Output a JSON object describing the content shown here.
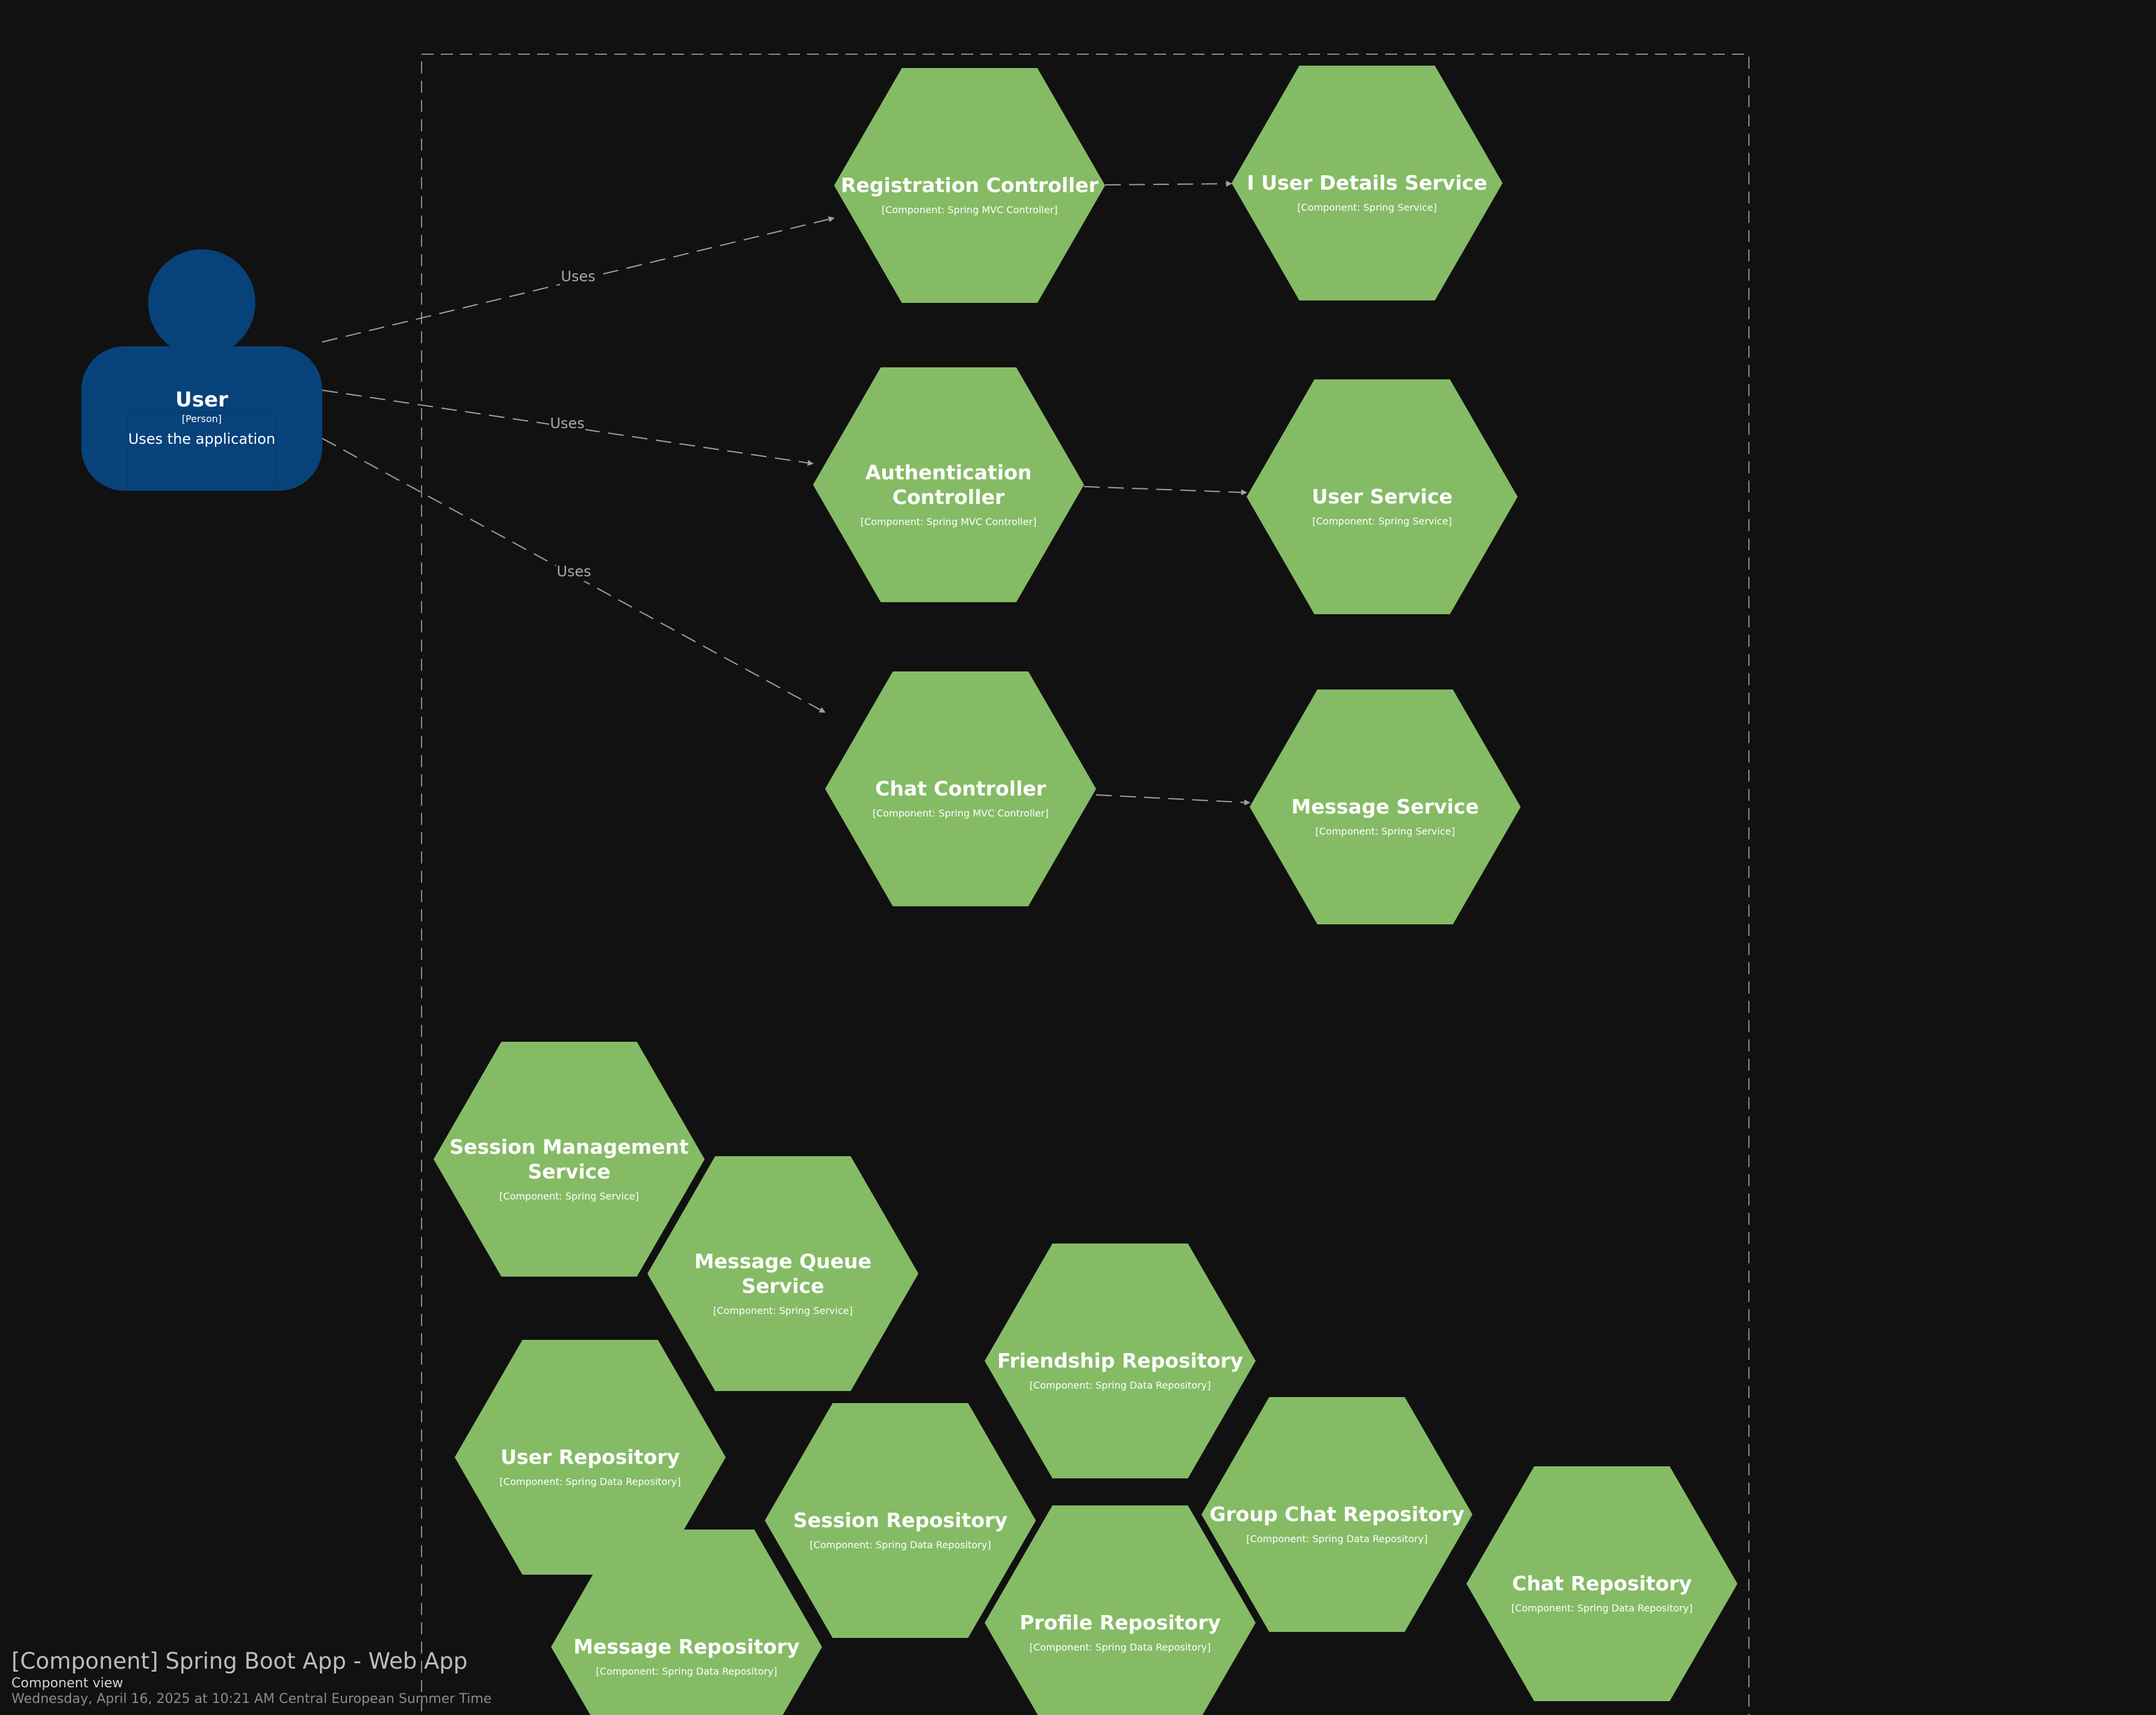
{
  "colors": {
    "background": "#111111",
    "component": "#85bb65",
    "person": "#08427b",
    "edge": "#a0a0a0",
    "boundary": "#8a8a8a"
  },
  "person": {
    "name": "User",
    "type": "[Person]",
    "description": "Uses the application"
  },
  "components": [
    {
      "id": "registration-controller",
      "title": [
        "Registration Controller"
      ],
      "tech": "[Component: Spring MVC Controller]"
    },
    {
      "id": "i-user-details-service",
      "title": [
        "I User Details Service"
      ],
      "tech": "[Component: Spring Service]"
    },
    {
      "id": "authentication-controller",
      "title": [
        "Authentication",
        "Controller"
      ],
      "tech": "[Component: Spring MVC Controller]"
    },
    {
      "id": "user-service",
      "title": [
        "User Service"
      ],
      "tech": "[Component: Spring Service]"
    },
    {
      "id": "chat-controller",
      "title": [
        "Chat Controller"
      ],
      "tech": "[Component: Spring MVC Controller]"
    },
    {
      "id": "message-service",
      "title": [
        "Message Service"
      ],
      "tech": "[Component: Spring Service]"
    },
    {
      "id": "session-management-service",
      "title": [
        "Session Management",
        "Service"
      ],
      "tech": "[Component: Spring Service]"
    },
    {
      "id": "message-queue-service",
      "title": [
        "Message Queue",
        "Service"
      ],
      "tech": "[Component: Spring Service]"
    },
    {
      "id": "friendship-repository",
      "title": [
        "Friendship Repository"
      ],
      "tech": "[Component: Spring Data Repository]"
    },
    {
      "id": "user-repository",
      "title": [
        "User Repository"
      ],
      "tech": "[Component: Spring Data Repository]"
    },
    {
      "id": "session-repository",
      "title": [
        "Session Repository"
      ],
      "tech": "[Component: Spring Data Repository]"
    },
    {
      "id": "group-chat-repository",
      "title": [
        "Group Chat Repository"
      ],
      "tech": "[Component: Spring Data Repository]"
    },
    {
      "id": "chat-repository",
      "title": [
        "Chat Repository"
      ],
      "tech": "[Component: Spring Data Repository]"
    },
    {
      "id": "profile-repository",
      "title": [
        "Profile Repository"
      ],
      "tech": "[Component: Spring Data Repository]"
    },
    {
      "id": "message-repository",
      "title": [
        "Message Repository"
      ],
      "tech": "[Component: Spring Data Repository]"
    }
  ],
  "relationships": [
    {
      "from": "user",
      "to": "registration-controller",
      "label": "Uses"
    },
    {
      "from": "user",
      "to": "authentication-controller",
      "label": "Uses"
    },
    {
      "from": "user",
      "to": "chat-controller",
      "label": "Uses"
    },
    {
      "from": "registration-controller",
      "to": "i-user-details-service",
      "label": ""
    },
    {
      "from": "authentication-controller",
      "to": "user-service",
      "label": ""
    },
    {
      "from": "chat-controller",
      "to": "message-service",
      "label": ""
    }
  ],
  "footer": {
    "title": "[Component] Spring Boot App - Web App",
    "subtitle": "Component view",
    "date": "Wednesday, April 16, 2025 at 10:21 AM Central European Summer Time"
  }
}
